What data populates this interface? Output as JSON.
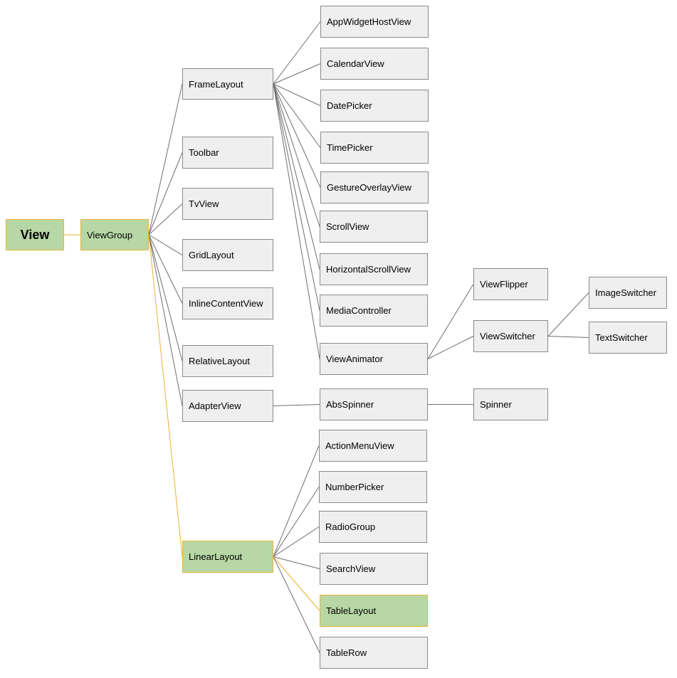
{
  "diagram": {
    "highlight_fill": "#b7d7a5",
    "highlight_border": "#e8b23a",
    "node_fill": "#efefef",
    "node_border": "#8a8a8a",
    "edge_color": "#6e6e6e",
    "highlight_edge_color": "#f0b030",
    "nodes": {
      "view": "View",
      "viewgroup": "ViewGroup",
      "framelayout": "FrameLayout",
      "toolbar": "Toolbar",
      "tvview": "TvView",
      "gridlayout": "GridLayout",
      "inlinecontentview": "InlineContentView",
      "relativelayout": "RelativeLayout",
      "adapterview": "AdapterView",
      "linearlayout": "LinearLayout",
      "appwidgethostview": "AppWidgetHostView",
      "calendarview": "CalendarView",
      "datepicker": "DatePicker",
      "timepicker": "TimePicker",
      "gestureoverlayview": "GestureOverlayView",
      "scrollview": "ScrollView",
      "horizontalscrollview": "HorizontalScrollView",
      "mediacontroller": "MediaController",
      "viewanimator": "ViewAnimator",
      "absspinner": "AbsSpinner",
      "actionmenuview": "ActionMenuView",
      "numberpicker": "NumberPicker",
      "radiogroup": "RadioGroup",
      "searchview": "SearchView",
      "tablelayout": "TableLayout",
      "tablerow": "TableRow",
      "viewflipper": "ViewFlipper",
      "viewswitcher": "ViewSwitcher",
      "spinner": "Spinner",
      "imageswitcher": "ImageSwitcher",
      "textswitcher": "TextSwitcher"
    },
    "highlighted": [
      "view",
      "viewgroup",
      "linearlayout",
      "tablelayout"
    ],
    "edges": [
      [
        "view",
        "viewgroup"
      ],
      [
        "viewgroup",
        "framelayout"
      ],
      [
        "viewgroup",
        "toolbar"
      ],
      [
        "viewgroup",
        "tvview"
      ],
      [
        "viewgroup",
        "gridlayout"
      ],
      [
        "viewgroup",
        "inlinecontentview"
      ],
      [
        "viewgroup",
        "relativelayout"
      ],
      [
        "viewgroup",
        "adapterview"
      ],
      [
        "viewgroup",
        "linearlayout"
      ],
      [
        "framelayout",
        "appwidgethostview"
      ],
      [
        "framelayout",
        "calendarview"
      ],
      [
        "framelayout",
        "datepicker"
      ],
      [
        "framelayout",
        "timepicker"
      ],
      [
        "framelayout",
        "gestureoverlayview"
      ],
      [
        "framelayout",
        "scrollview"
      ],
      [
        "framelayout",
        "horizontalscrollview"
      ],
      [
        "framelayout",
        "mediacontroller"
      ],
      [
        "framelayout",
        "viewanimator"
      ],
      [
        "adapterview",
        "absspinner"
      ],
      [
        "absspinner",
        "spinner"
      ],
      [
        "viewanimator",
        "viewflipper"
      ],
      [
        "viewanimator",
        "viewswitcher"
      ],
      [
        "viewswitcher",
        "imageswitcher"
      ],
      [
        "viewswitcher",
        "textswitcher"
      ],
      [
        "linearlayout",
        "actionmenuview"
      ],
      [
        "linearlayout",
        "numberpicker"
      ],
      [
        "linearlayout",
        "radiogroup"
      ],
      [
        "linearlayout",
        "searchview"
      ],
      [
        "linearlayout",
        "tablelayout"
      ],
      [
        "linearlayout",
        "tablerow"
      ]
    ],
    "highlighted_edges": [
      [
        "view",
        "viewgroup"
      ],
      [
        "viewgroup",
        "linearlayout"
      ],
      [
        "linearlayout",
        "tablelayout"
      ]
    ]
  }
}
